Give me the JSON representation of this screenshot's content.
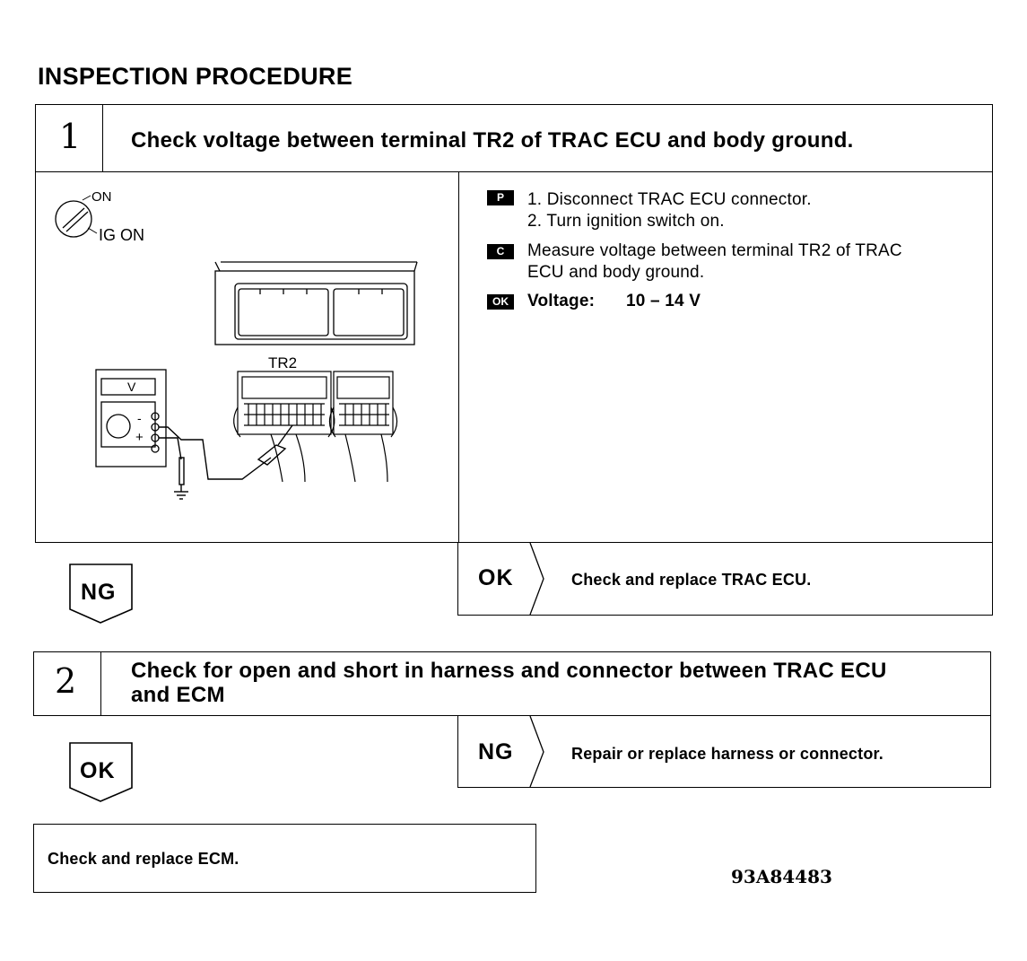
{
  "heading": "INSPECTION PROCEDURE",
  "step1": {
    "number": "1",
    "title": "Check voltage between terminal TR2 of TRAC ECU and body ground.",
    "diagram": {
      "switch_on_label": "ON",
      "switch_ig_label": "IG ON",
      "terminal_label": "TR2",
      "meter_label": "V",
      "minus": "-",
      "plus": "+"
    },
    "prep_tag": "P",
    "prep_steps": [
      "1.  Disconnect TRAC ECU connector.",
      "2.  Turn ignition switch on."
    ],
    "check_tag": "C",
    "check_text_1": "Measure voltage between terminal TR2 of TRAC",
    "check_text_2": "ECU and body ground.",
    "ok_tag": "OK",
    "spec_label": "Voltage:",
    "spec_value": "10 – 14 V",
    "ng_label": "NG",
    "ok_label": "OK",
    "ok_action": "Check and replace TRAC ECU."
  },
  "step2": {
    "number": "2",
    "title_line1": "Check for open and short in harness and connector between TRAC ECU",
    "title_line2": "and ECM",
    "ok_label": "OK",
    "ng_label": "NG",
    "ng_action": "Repair or replace harness or connector."
  },
  "final_action": "Check and replace ECM.",
  "doc_code": "93A84483"
}
